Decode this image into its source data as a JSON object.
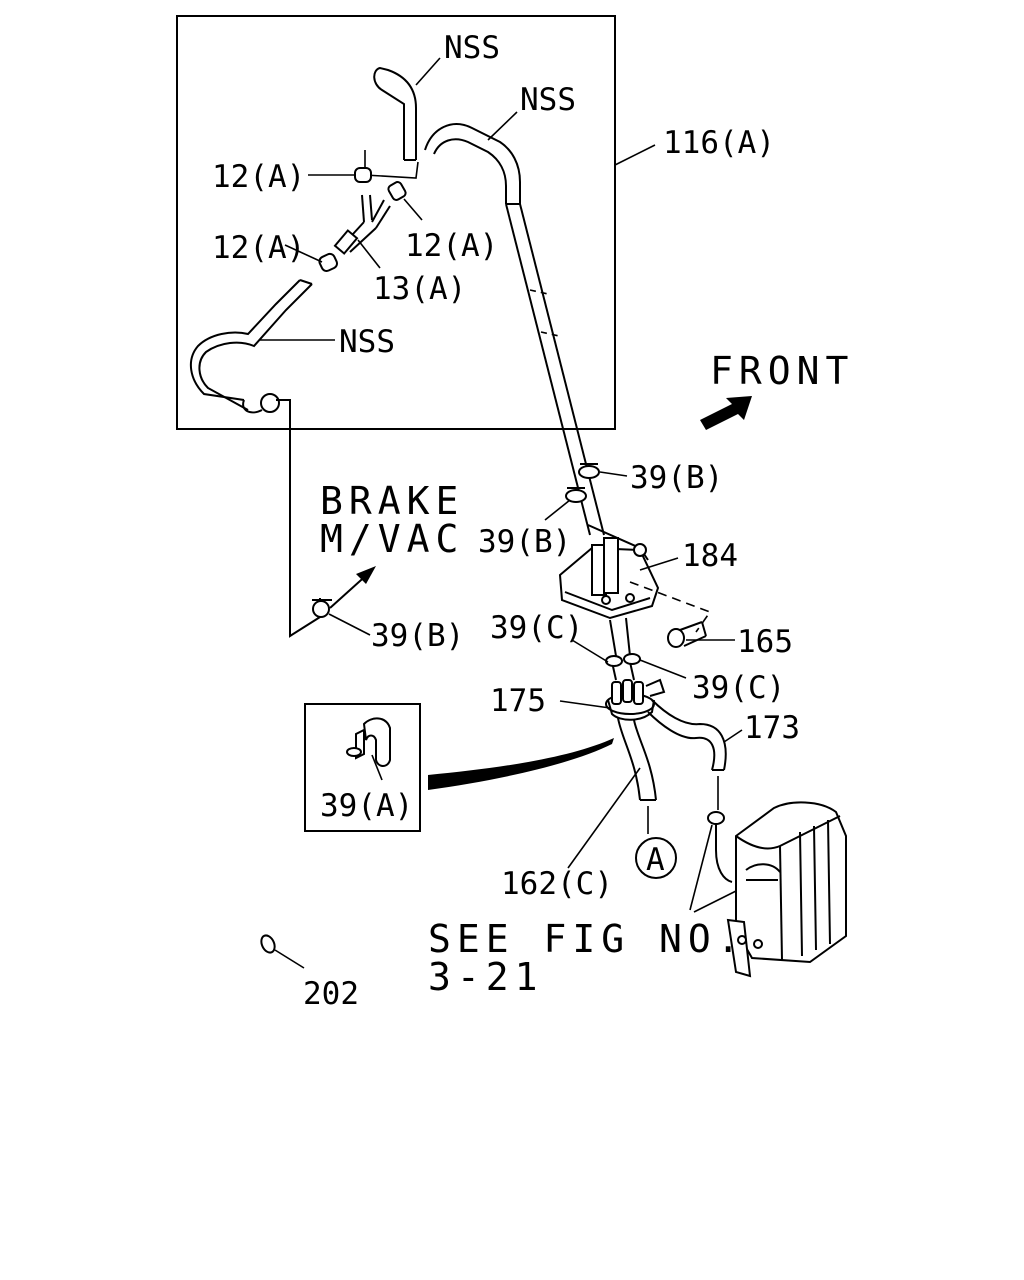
{
  "labels": {
    "nss_1": "NSS",
    "nss_2": "NSS",
    "nss_3": "NSS",
    "p116a": "116(A)",
    "p12a_1": "12(A)",
    "p12a_2": "12(A)",
    "p12a_3": "12(A)",
    "p13a": "13(A)",
    "front": "FRONT",
    "p39b_1": "39(B)",
    "p39b_2": "39(B)",
    "p39b_3": "39(B)",
    "brake_1": "BRAKE",
    "brake_2": "M/VAC",
    "p184": "184",
    "p165": "165",
    "p39c_1": "39(C)",
    "p39c_2": "39(C)",
    "p175": "175",
    "p173": "173",
    "p39a": "39(A)",
    "circle_a": "A",
    "p162c": "162(C)",
    "see_fig_1": "SEE FIG NO.",
    "see_fig_2": "3-21",
    "p202": "202"
  },
  "colors": {
    "line": "#000000",
    "background": "#ffffff"
  }
}
